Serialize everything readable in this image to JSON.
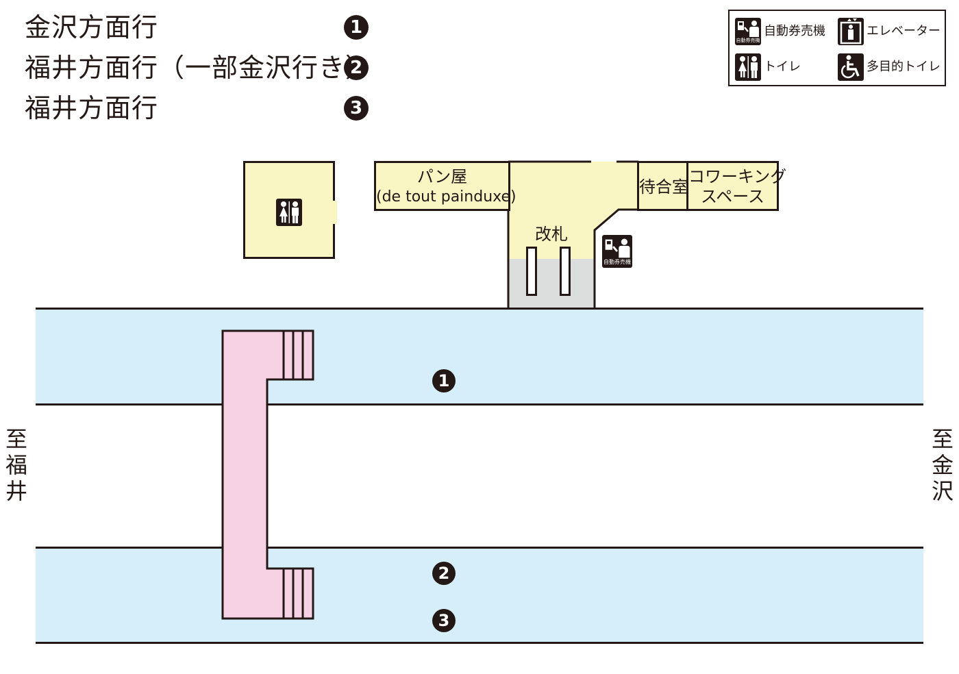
{
  "tracks": [
    {
      "label": "金沢方面行",
      "number": "❶"
    },
    {
      "label": "福井方面行（一部金沢行き）",
      "number": "❷"
    },
    {
      "label": "福井方面行",
      "number": "❸"
    }
  ],
  "legend": [
    {
      "icon": "ticket-machine-icon",
      "label": "自動券売機",
      "icon_text": "自動券売機"
    },
    {
      "icon": "elevator-icon",
      "label": "エレベーター"
    },
    {
      "icon": "toilet-icon",
      "label": "トイレ"
    },
    {
      "icon": "accessible-toilet-icon",
      "label": "多目的トイレ"
    }
  ],
  "rooms": {
    "bakery_name": "パン屋",
    "bakery_sub": "(de tout painduxe)",
    "waiting_room": "待合室",
    "coworking_line1": "コワーキング",
    "coworking_line2": "スペース",
    "ticket_gate": "改札",
    "ticket_machine_text": "自動券売機"
  },
  "directions": {
    "left": [
      "至",
      "福",
      "井"
    ],
    "right": [
      "至",
      "金",
      "沢"
    ]
  },
  "platform_numbers": [
    "❶",
    "❷",
    "❸"
  ],
  "colors": {
    "platform": "#d6eef9",
    "facility": "#f9f6c4",
    "overpass": "#f7d1e4",
    "gate_area": "#dcdddd",
    "ink": "#231815"
  }
}
